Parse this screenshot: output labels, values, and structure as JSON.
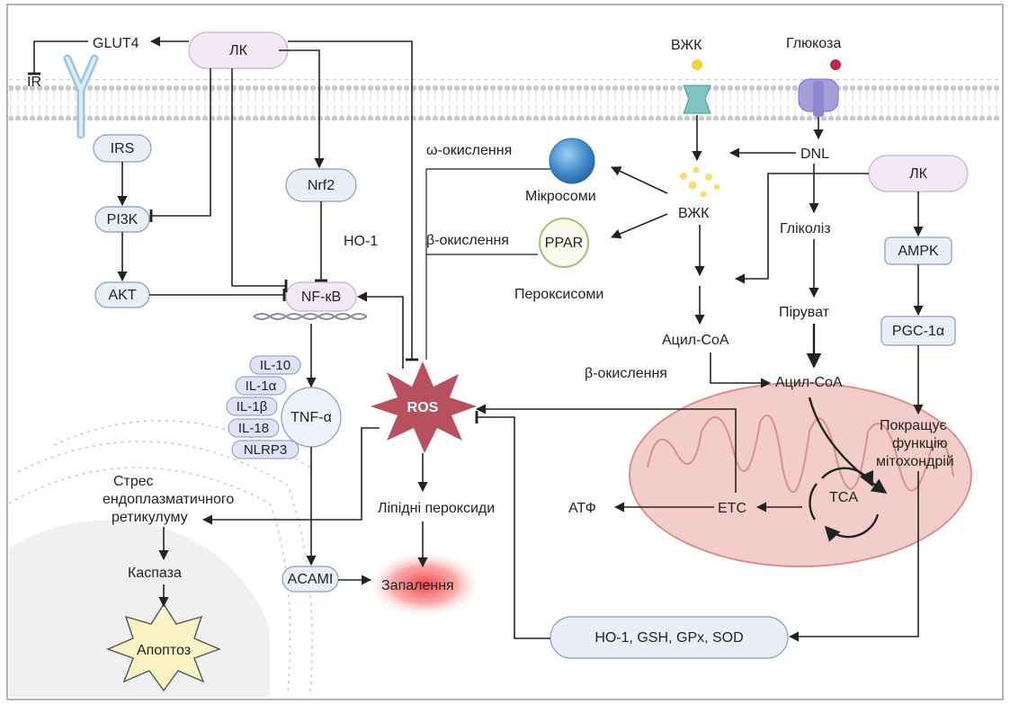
{
  "labels": {
    "lk_top": "ЛК",
    "lk_right": "ЛК",
    "glut4": "GLUT4",
    "ir": "IR",
    "irs": "IRS",
    "pi3k": "PI3K",
    "akt": "AKT",
    "nrf2": "Nrf2",
    "ho1": "HO-1",
    "nfkb": "NF-кB",
    "il10": "IL-10",
    "il1a": "IL-1α",
    "il1b": "IL-1β",
    "il18": "IL-18",
    "nlrp3": "NLRP3",
    "tnfa": "TNF-α",
    "ros": "ROS",
    "lipid_perox": "Ліпідні пероксиди",
    "inflammation": "Запалення",
    "acami": "ACAMI",
    "er_stress_1": "Стрес",
    "er_stress_2": "ендоплазматичного",
    "er_stress_3": "ретикулуму",
    "caspase": "Каспаза",
    "apoptosis": "Апоптоз",
    "omega_ox": "ω-окислення",
    "microsomes": "Мікросоми",
    "beta_ox_top": "β-окислення",
    "ppar": "PPAR",
    "peroxisomes": "Пероксисоми",
    "vzhk_top": "ВЖК",
    "glucose": "Глюкоза",
    "dnl": "DNL",
    "vzhk_mid": "ВЖК",
    "glycolysis": "Гліколіз",
    "pyruvate": "Піруват",
    "acyl_coa_1": "Ацил-CoA",
    "acyl_coa_2": "Ацил-CoA",
    "beta_ox_mid": "β-окислення",
    "ampk": "AMPK",
    "pgc1a": "PGC-1α",
    "improve_1": "Покращує",
    "improve_2": "функцію",
    "improve_3": "мітохондрій",
    "etc": "ETC",
    "tca": "TCA",
    "atf": "АТФ",
    "antioxidants": "HO-1, GSH, GPx, SOD"
  },
  "colors": {
    "pill_fill": "#e9eef8",
    "pill_stroke": "#8b9bbf",
    "ros_fill": "#b8515e",
    "mito_fill": "#f0c7c4",
    "mito_stroke": "#d7928f",
    "membrane": "#c9ccd1",
    "apoptosis_fill": "#fbf3c4",
    "inflammation": "#f05a5a"
  }
}
